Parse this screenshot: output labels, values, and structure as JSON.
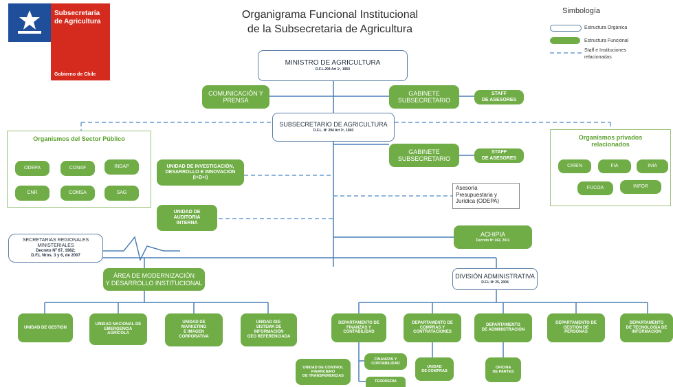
{
  "logo": {
    "line1": "Subsecretaría",
    "line2": "de Agricultura",
    "line3": "Gobierno de Chile"
  },
  "title": {
    "line1": "Organigrama Funcional Institucional",
    "line2": "de la Subsecretaria de Agricultura"
  },
  "legend": {
    "title": "Simbología",
    "item1": "Estructura Orgánica",
    "item2": "Estructura Funcional",
    "item3a": "Staff e Instituciones",
    "item3b": "relacionadas"
  },
  "ministro": {
    "name": "MINISTRO DE AGRICULTURA",
    "decree": "D.F.L.294 Art 1º, 1960"
  },
  "comunicacion": {
    "line1": "COMUNICACIÓN Y",
    "line2": "PRENSA"
  },
  "gabinete1": {
    "line1": "GABINETE",
    "line2": "SUBSECRETARIO"
  },
  "staff1": {
    "line1": "STAFF",
    "line2": "DE ASESORES"
  },
  "subsecretario": {
    "name": "SUBSECRETARIO DE AGRICULTURA",
    "decree": "D.F.L. Nº 294 Art 3º, 1960"
  },
  "gabinete2": {
    "line1": "GABINETE",
    "line2": "SUBSECRETARIO"
  },
  "staff2": {
    "line1": "STAFF",
    "line2": "DE ASESORES"
  },
  "publico": {
    "title": "Organismos del Sector Público",
    "items": [
      "ODEPA",
      "CONAF",
      "INDAP",
      "CNR",
      "COMSA",
      "SAG"
    ]
  },
  "privados": {
    "title1": "Organismos privados",
    "title2": "relacionados",
    "items": [
      "CIREN",
      "FIA",
      "INIA",
      "FUCOA",
      "INFOR"
    ]
  },
  "investigacion": {
    "line1": "UNIDAD DE INVESTIGACIÓN,",
    "line2": "DESARROLLO E INNOVACIÓN",
    "line3": "(I+D+i)"
  },
  "auditoria": {
    "line1": "UNIDAD DE",
    "line2": "AUDITORIA",
    "line3": "INTERNA"
  },
  "asesoria": {
    "line1": "Asesoría",
    "line2": "Presupuestaria y",
    "line3": "Jurídica (ODEPA)"
  },
  "seremi": {
    "line1": "SECRETARIAS REGIONALES",
    "line2": "MINISTERIALES",
    "line3": "Decreto Nº 67, 1982;",
    "line4": "D.F.L Nros. 3 y 6, de 2007"
  },
  "achipia": {
    "name": "ACHIPIA",
    "decree": "Decreto Nº 162, 2011"
  },
  "modernizacion": {
    "line1": "ÁREA DE MODERNIZACIÓN",
    "line2": "Y DESARROLLO INSTITUCIONAL"
  },
  "division": {
    "name": "DIVISIÓN ADMINISTRATIVA",
    "decree": "D.F.L Nº 25, 2004"
  },
  "unidades_mod": [
    {
      "lines": [
        "UNIDAD DE GESTIÓN"
      ]
    },
    {
      "lines": [
        "UNIDAD NACIONAL DE",
        "EMERGENCIA",
        "AGRÍCOLA"
      ]
    },
    {
      "lines": [
        "UNIDAD DE",
        "MARKETING",
        "E IMAGEN",
        "CORPORATIVA"
      ]
    },
    {
      "lines": [
        "UNIDAD IDE-",
        "SISTEMA DE",
        "INFORMACIÓN",
        "GEO REFERENCIADA"
      ]
    }
  ],
  "departamentos": [
    {
      "lines": [
        "DEPARTAMENTO DE",
        "FINANZAS Y",
        "CONTABILIDAD"
      ]
    },
    {
      "lines": [
        "DEPARTAMENTO DE",
        "COMPRAS Y",
        "CONTRATACIONES"
      ]
    },
    {
      "lines": [
        "DEPARTAMENTO",
        "DE ADMINISTRACIÓN"
      ]
    },
    {
      "lines": [
        "DEPARTAMENTO DE",
        "GESTIÓN DE",
        "PERSONAS"
      ]
    },
    {
      "lines": [
        "DEPARTAMENTO",
        "DE TECNOLOGÍA DE",
        "INFORMACIÓN"
      ]
    }
  ],
  "sub_unidades": {
    "control": [
      "UNIDAD DE CONTROL",
      "FINANCIERO",
      "DE TRANSFERENCIAS"
    ],
    "finanzas": [
      "FINANZAS Y",
      "CONTABILIDAD"
    ],
    "tesoreria": [
      "TESORERIA"
    ],
    "compras": [
      "UNIDAD",
      "DE COMPRAS"
    ],
    "partes": [
      "OFICINA",
      "DE PARTES"
    ]
  },
  "colors": {
    "functional": "#70ad47",
    "organic_border": "#5b7fa6",
    "staff_dash": "#6a9bd1",
    "trunk": "#4a7fb5"
  }
}
